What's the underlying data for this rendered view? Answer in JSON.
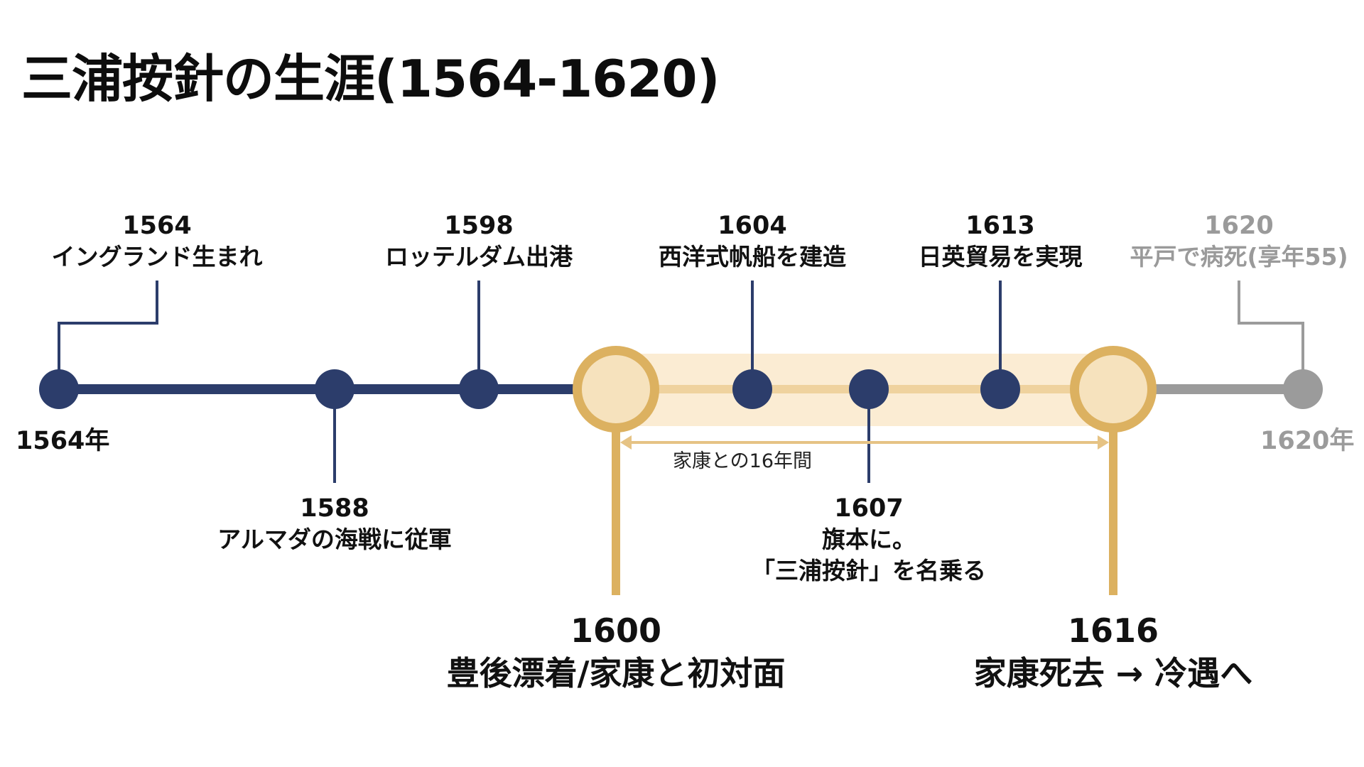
{
  "title": "三浦按針の生涯(1564-1620)",
  "colors": {
    "navy": "#2c3d6b",
    "gold": "#dcb160",
    "gold_light": "#f6e2bd",
    "band": "#fbecd3",
    "gray": "#9b9b9b",
    "text": "#111111"
  },
  "axis": {
    "start_label": "1564年",
    "end_label": "1620年"
  },
  "events": [
    {
      "year": "1564",
      "desc": "イングランド生まれ",
      "position": "above",
      "style": "navy"
    },
    {
      "year": "1588",
      "desc": "アルマダの海戦に従軍",
      "position": "below",
      "style": "navy"
    },
    {
      "year": "1598",
      "desc": "ロッテルダム出港",
      "position": "above",
      "style": "navy"
    },
    {
      "year": "1600",
      "desc": "豊後漂着/家康と初対面",
      "position": "below",
      "style": "highlight"
    },
    {
      "year": "1604",
      "desc": "西洋式帆船を建造",
      "position": "above",
      "style": "navy"
    },
    {
      "year": "1607",
      "desc": "旗本に。",
      "desc2": "「三浦按針」を名乗る",
      "position": "below",
      "style": "navy"
    },
    {
      "year": "1613",
      "desc": "日英貿易を実現",
      "position": "above",
      "style": "navy"
    },
    {
      "year": "1616",
      "desc": "家康死去 → 冷遇へ",
      "position": "below",
      "style": "highlight"
    },
    {
      "year": "1620",
      "desc": "平戸で病死(享年55)",
      "position": "above",
      "style": "gray"
    }
  ],
  "span": {
    "label": "家康との16年間",
    "from": "1600",
    "to": "1616"
  }
}
